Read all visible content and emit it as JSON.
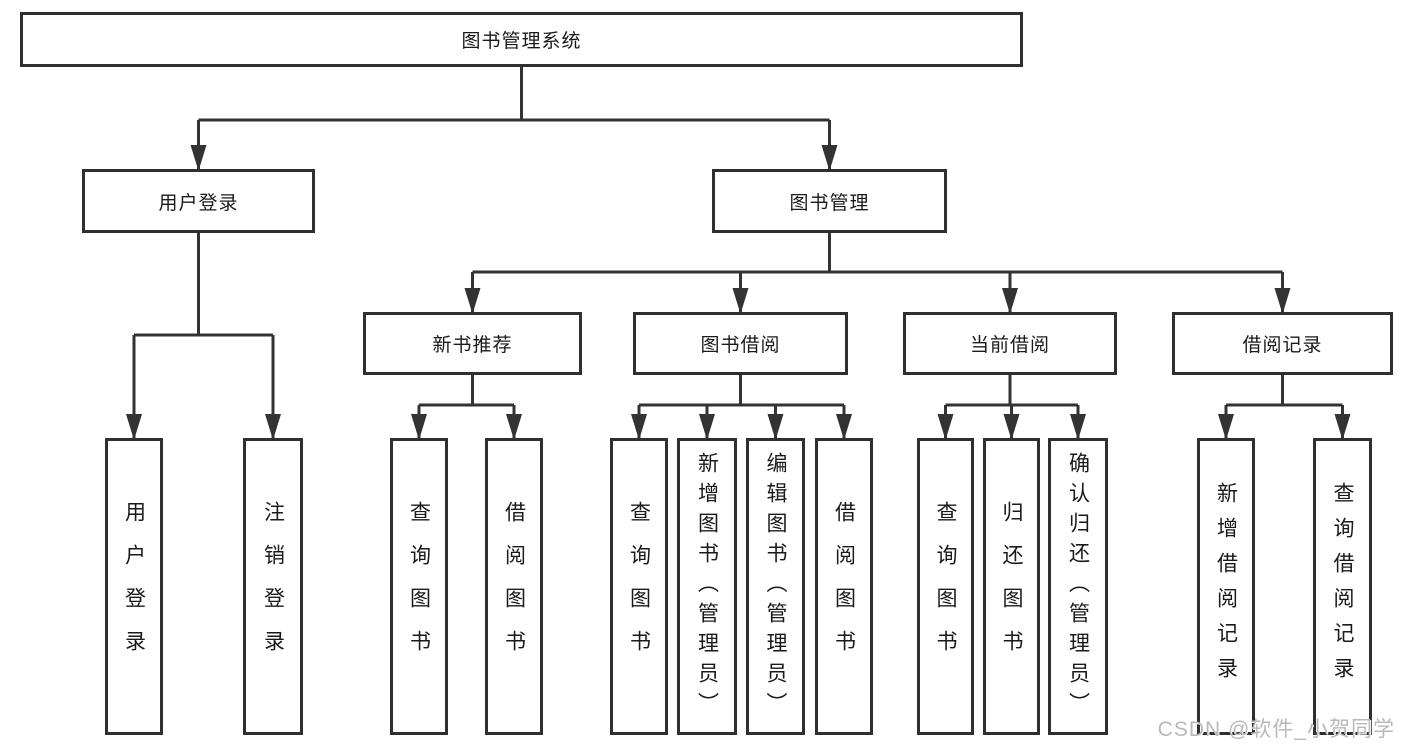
{
  "diagram": {
    "title": "图书管理系统",
    "nodes": {
      "root": "图书管理系统",
      "userLogin": "用户登录",
      "bookManagement": "图书管理",
      "newBookRecommend": "新书推荐",
      "bookBorrow": "图书借阅",
      "currentBorrow": "当前借阅",
      "borrowRecords": "借阅记录",
      "leafUserLogin": "用户登录",
      "leafLogout": "注销登录",
      "leafQueryBooks1": "查询图书",
      "leafBorrowBooks1": "借阅图书",
      "leafQueryBooks2": "查询图书",
      "leafAddBook": "新增图书（管理员）",
      "leafEditBook": "编辑图书（管理员）",
      "leafBorrowBooks2": "借阅图书",
      "leafQueryBooks3": "查询图书",
      "leafReturnBook": "归还图书",
      "leafConfirmReturn": "确认归还（管理员）",
      "leafAddBorrowRecord": "新增借阅记录",
      "leafQueryBorrowRecord": "查询借阅记录"
    },
    "hierarchy": {
      "用户登录": [
        "用户登录",
        "注销登录"
      ],
      "图书管理": {
        "新书推荐": [
          "查询图书",
          "借阅图书"
        ],
        "图书借阅": [
          "查询图书",
          "新增图书（管理员）",
          "编辑图书（管理员）",
          "借阅图书"
        ],
        "当前借阅": [
          "查询图书",
          "归还图书",
          "确认归还（管理员）"
        ],
        "借阅记录": [
          "新增借阅记录",
          "查询借阅记录"
        ]
      }
    },
    "colors": {
      "line": "#333333",
      "border": "#2f2f2f",
      "text": "#1a1a1a",
      "background": "#ffffff",
      "watermark_text": "#b9b9b9"
    }
  },
  "watermark": "CSDN @软件_小贺同学"
}
